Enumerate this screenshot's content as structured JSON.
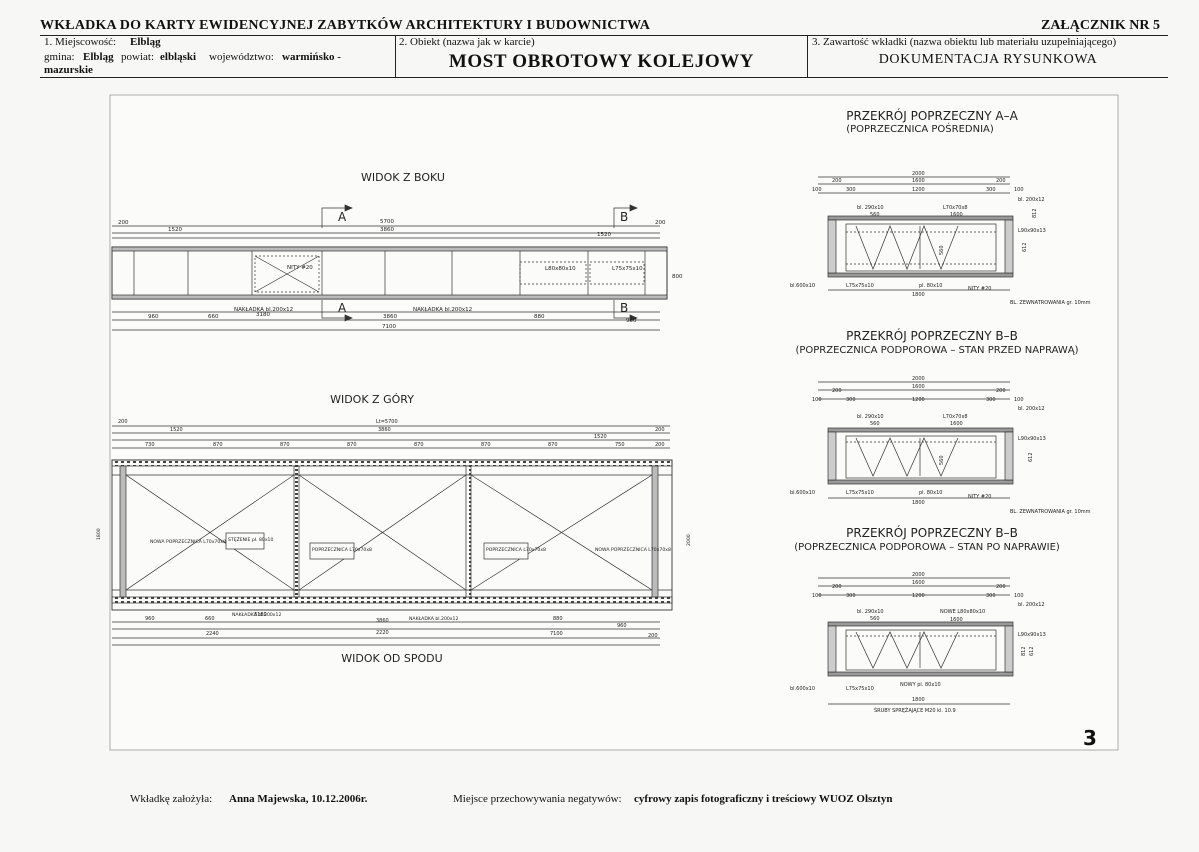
{
  "header": {
    "title": "WKŁADKA DO KARTY EWIDENCYJNEJ ZABYTKÓW ARCHITEKTURY I BUDOWNICTWA",
    "annex": "ZAŁĄCZNIK NR 5",
    "locality_label": "1. Miejscowość:",
    "locality": "Elbląg",
    "gmina_label": "gmina:",
    "gmina": "Elbląg",
    "powiat_label": "powiat:",
    "powiat": "elbląski",
    "woj_label": "województwo:",
    "woj": "warmińsko - mazurskie",
    "object_label": "2. Obiekt (nazwa jak w karcie)",
    "object": "MOST OBROTOWY KOLEJOWY",
    "content_label": "3. Zawartość wkładki (nazwa obiektu lub materiału uzupełniającego)",
    "content": "DOKUMENTACJA RYSUNKOWA"
  },
  "drawing": {
    "view_side": "WIDOK Z BOKU",
    "view_top": "WIDOK Z GÓRY",
    "view_bottom": "WIDOK OD SPODU",
    "section_a_title": "PRZEKRÓJ POPRZECZNY A–A",
    "section_a_sub": "(POPRZECZNICA POŚREDNIA)",
    "section_b1_title": "PRZEKRÓJ POPRZECZNY B–B",
    "section_b1_sub": "(POPRZECZNICA PODPOROWA – STAN PRZED NAPRAWĄ)",
    "section_b2_title": "PRZEKRÓJ POPRZECZNY B–B",
    "section_b2_sub": "(POPRZECZNICA PODPOROWA – STAN PO NAPRAWIE)",
    "mark_a": "A",
    "mark_b": "B",
    "dims_side": [
      "200",
      "1520",
      "5700",
      "3860",
      "1520",
      "200",
      "960",
      "660",
      "3180",
      "3860",
      "880",
      "950",
      "7100"
    ],
    "dims_top": [
      "200",
      "1520",
      "Lt=5700",
      "3860",
      "1520",
      "200",
      "730",
      "870",
      "870",
      "870",
      "870",
      "870",
      "870",
      "750",
      "200",
      "960",
      "660",
      "3180",
      "3860",
      "880",
      "960",
      "2240",
      "2220",
      "7100",
      "200"
    ],
    "dims_section": [
      "2000",
      "1600",
      "200",
      "200",
      "100",
      "300",
      "1200",
      "300",
      "100",
      "1800"
    ],
    "labels_side": [
      "NITY #20",
      "L80x80x10",
      "L75x75x10",
      "NAKŁADKA bl.200x12",
      "NAKŁADKA bl.200x12",
      "800"
    ],
    "labels_top": [
      "NOWA POPRZECZNICA L70x70x8",
      "STĘŻENIE pł. 80x10",
      "POPRZECZNICA L70x70x8",
      "POPRZECZNICA L70x70x8",
      "NOWA POPRZECZNICA L70x70x8",
      "NAKŁADKA bl.200x12",
      "NAKŁADKA bl.200x12",
      "1800",
      "2000"
    ],
    "labels_sec_a": [
      "bl. 290x10",
      "560",
      "L70x70x8",
      "1600",
      "bl. 200x12",
      "L90x90x13",
      "bl.600x10",
      "L75x75x10",
      "pl. 80x10",
      "NITY #20",
      "BL. ZEWNATROWANIA gr. 10mm",
      "560",
      "612",
      "812"
    ],
    "labels_sec_b1": [
      "bl. 290x10",
      "560",
      "L70x70x8",
      "1600",
      "bl. 200x12",
      "L90x90x13",
      "bl.600x10",
      "L75x75x10",
      "pl. 80x10",
      "NITY #20",
      "BL. ZEWNATROWANIA gr. 10mm",
      "560",
      "612"
    ],
    "labels_sec_b2": [
      "bl. 290x10",
      "560",
      "NOWE L80x80x10",
      "1600",
      "bl. 200x12",
      "L90x90x13",
      "bl.600x10",
      "L75x75x10",
      "NOWY pl. 80x10",
      "1800",
      "ŚRUBY SPRĘŻAJĄCE M20 kl. 10.9",
      "100",
      "612",
      "812"
    ]
  },
  "page_number": "3",
  "footer": {
    "author_label": "Wkładkę założyła:",
    "author": "Anna Majewska, 10.12.2006r.",
    "storage_label": "Miejsce przechowywania negatywów:",
    "storage": "cyfrowy zapis fotograficzny i treściowy WUOZ Olsztyn"
  }
}
